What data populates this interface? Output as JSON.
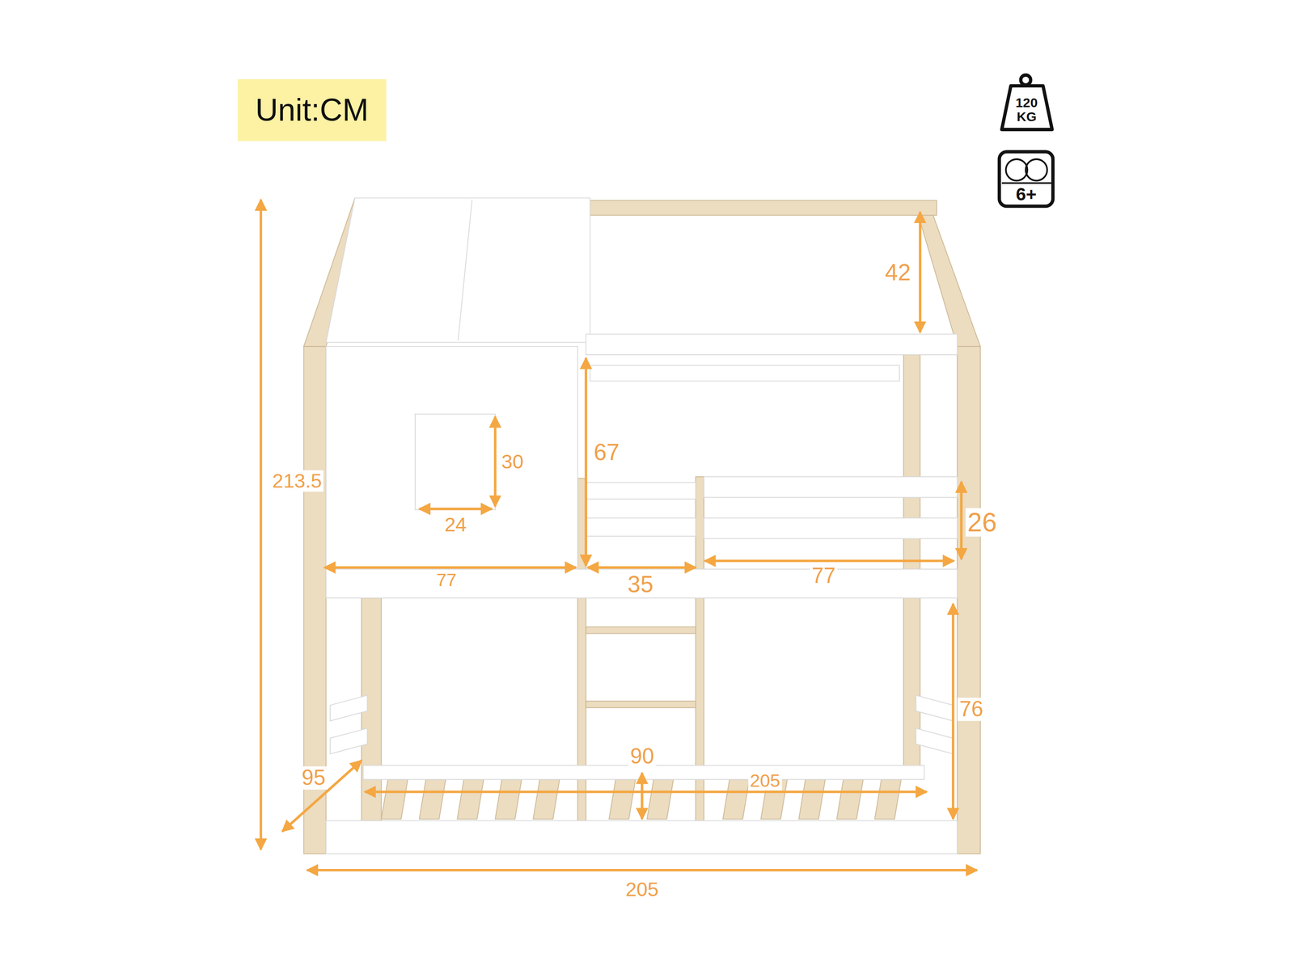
{
  "diagram": {
    "nodes": [
      {
        "text": [
          "Unit:CM"
        ]
      },
      {
        "text": [
          "120 KG"
        ]
      },
      {
        "text": [
          "6+"
        ]
      }
    ],
    "labels": [
      "213.5",
      "42",
      "30",
      "24",
      "67",
      "26",
      "77",
      "35",
      "77",
      "76",
      "90",
      "95",
      "205",
      "205"
    ]
  }
}
